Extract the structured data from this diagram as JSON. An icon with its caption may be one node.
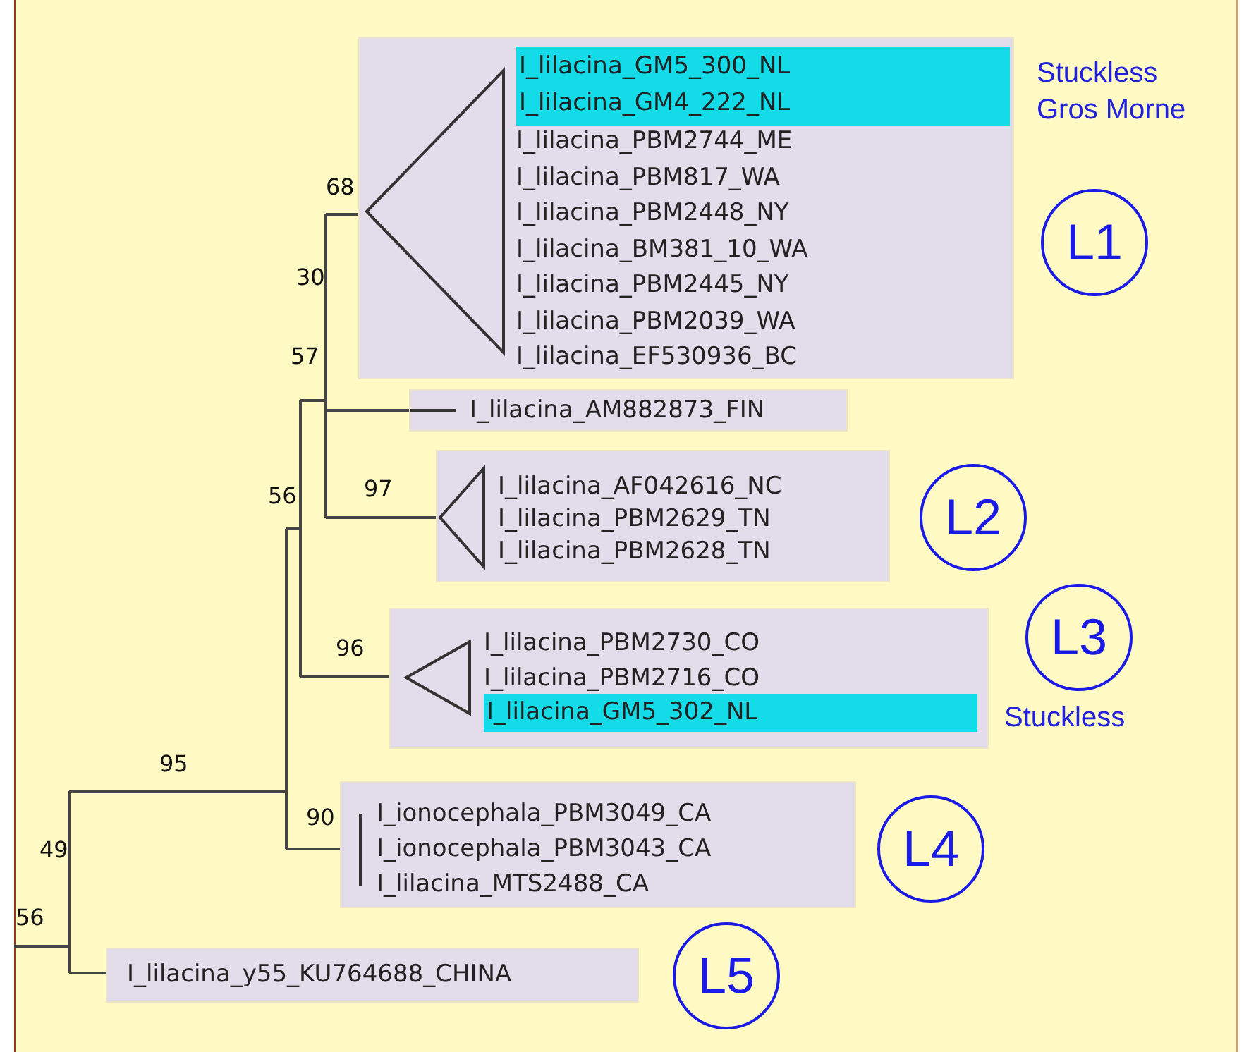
{
  "diagram": {
    "nodes": [
      {
        "text": [
          "I_lilacina_PBM2744_ME",
          "I_lilacina_PBM817_WA",
          "I_lilacina_PBM2448_NY",
          "I_lilacina_BM381_10_WA",
          "I_lilacina_PBM2445_NY",
          "I_lilacina_PBM2039_WA",
          "I_lilacina_EF530936_BC"
        ]
      },
      {
        "text": [
          "I_lilacina_GM5_300_NL",
          "I_lilacina_GM4_222_NL"
        ],
        "in": 0,
        "beside": [
          "Stuckless",
          "Gros Morne"
        ]
      },
      {
        "text": [
          "L1"
        ]
      },
      {
        "text": [
          "I_lilacina_AM882873_FIN"
        ]
      },
      {
        "text": [
          "I_lilacina_AF042616_NC",
          "I_lilacina_PBM2629_TN",
          "I_lilacina_PBM2628_TN"
        ]
      },
      {
        "text": [
          "L2"
        ]
      },
      {
        "text": [
          "I_lilacina_PBM2730_CO",
          "I_lilacina_PBM2716_CO"
        ]
      },
      {
        "text": [
          "I_lilacina_GM5_302_NL"
        ],
        "in": 6
      },
      {
        "text": [
          "L3"
        ],
        "beside": [
          "Stuckless"
        ]
      },
      {
        "text": [
          "I_ionocephala_PBM3049_CA",
          "I_ionocephala_PBM3043_CA",
          "I_lilacina_MTS2488_CA"
        ]
      },
      {
        "text": [
          "L4"
        ]
      },
      {
        "text": [
          "I_lilacina_y55_KU764688_CHINA"
        ]
      },
      {
        "text": [
          "L5"
        ]
      },
      {
        "text": [],
        "shape": "triangle",
        "in": 0
      },
      {
        "text": [],
        "shape": "triangle",
        "in": 4
      },
      {
        "text": [],
        "shape": "triangle",
        "in": 6
      },
      {
        "text": [],
        "shape": "bar",
        "in": 9
      }
    ],
    "edges": [
      {
        "from": null,
        "to": 13,
        "arrow": "none"
      },
      {
        "from": null,
        "to": 3,
        "arrow": "none"
      },
      {
        "from": null,
        "to": 14,
        "arrow": "none"
      },
      {
        "from": null,
        "to": 15,
        "arrow": "none"
      },
      {
        "from": null,
        "to": 16,
        "arrow": "none"
      },
      {
        "from": null,
        "to": 11,
        "arrow": "none"
      }
    ],
    "labels": [
      "68",
      "30",
      "57",
      "97",
      "56",
      "96",
      "95",
      "90",
      "49",
      "56"
    ]
  }
}
